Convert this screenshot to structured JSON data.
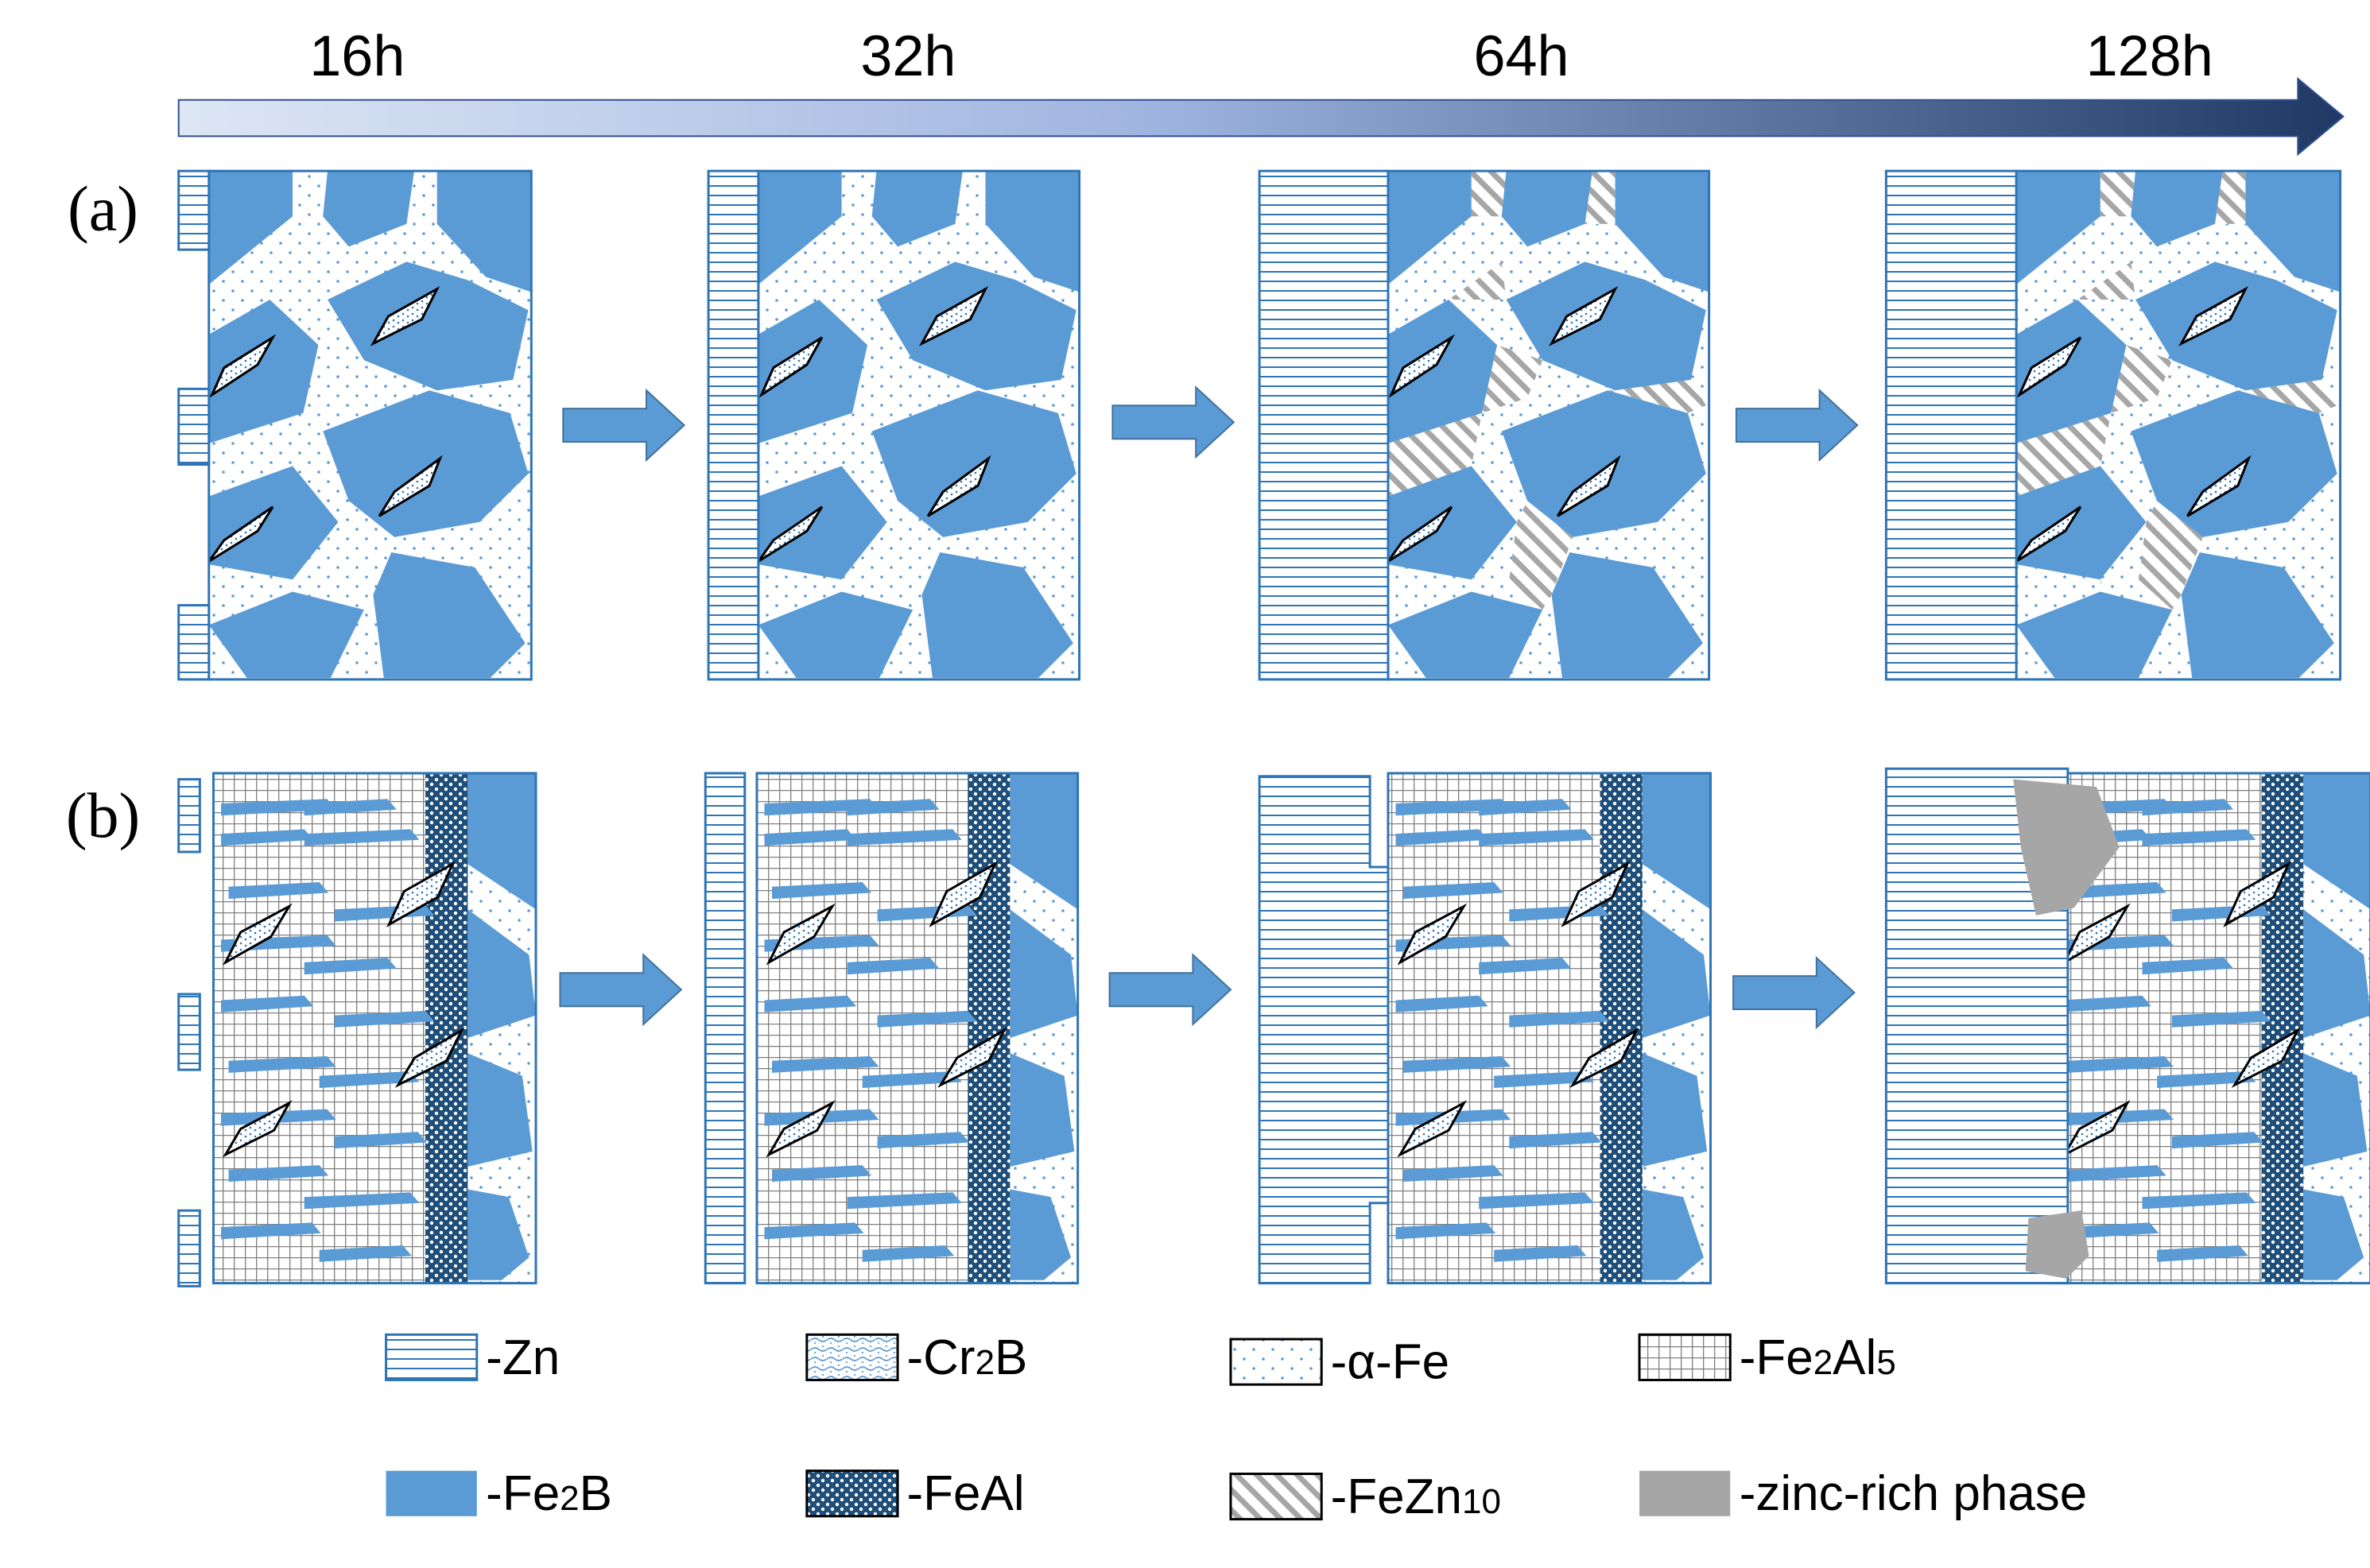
{
  "timeline": {
    "labels": [
      "16h",
      "32h",
      "64h",
      "128h"
    ]
  },
  "rows": [
    {
      "label": "(a)"
    },
    {
      "label": "(b)"
    }
  ],
  "legend": [
    {
      "key": "zn",
      "label": "-Zn",
      "pattern": "pat-zn"
    },
    {
      "key": "cr2b",
      "label": "-Cr",
      "sub": "2",
      "rest": "B",
      "pattern": "pat-cr2b"
    },
    {
      "key": "alpha-fe",
      "label": "-α-Fe",
      "pattern": "pat-dots"
    },
    {
      "key": "fe2al5",
      "label": "-Fe",
      "sub": "2",
      "rest": "Al",
      "sub2": "5",
      "pattern": "pat-grid"
    },
    {
      "key": "fe2b",
      "label": "-Fe",
      "sub": "2",
      "rest": "B",
      "pattern": "fe2b"
    },
    {
      "key": "feal",
      "label": "-FeAl",
      "pattern": "pat-feal"
    },
    {
      "key": "fezn10",
      "label": "-FeZn",
      "sub": "10",
      "pattern": "pat-hatch"
    },
    {
      "key": "zinc-rich",
      "label": "-zinc-rich phase",
      "pattern": "zinc"
    }
  ],
  "colors": {
    "fe2b": "#5b9bd5",
    "outline": "#2e75b6",
    "arrow": "#5b9bd5",
    "timeline_start": "#dde6f4",
    "timeline_end": "#1f3864",
    "zinc_rich": "#a6a6a6",
    "feal": "#1f4e79",
    "hatch": "#a6a6a6"
  }
}
